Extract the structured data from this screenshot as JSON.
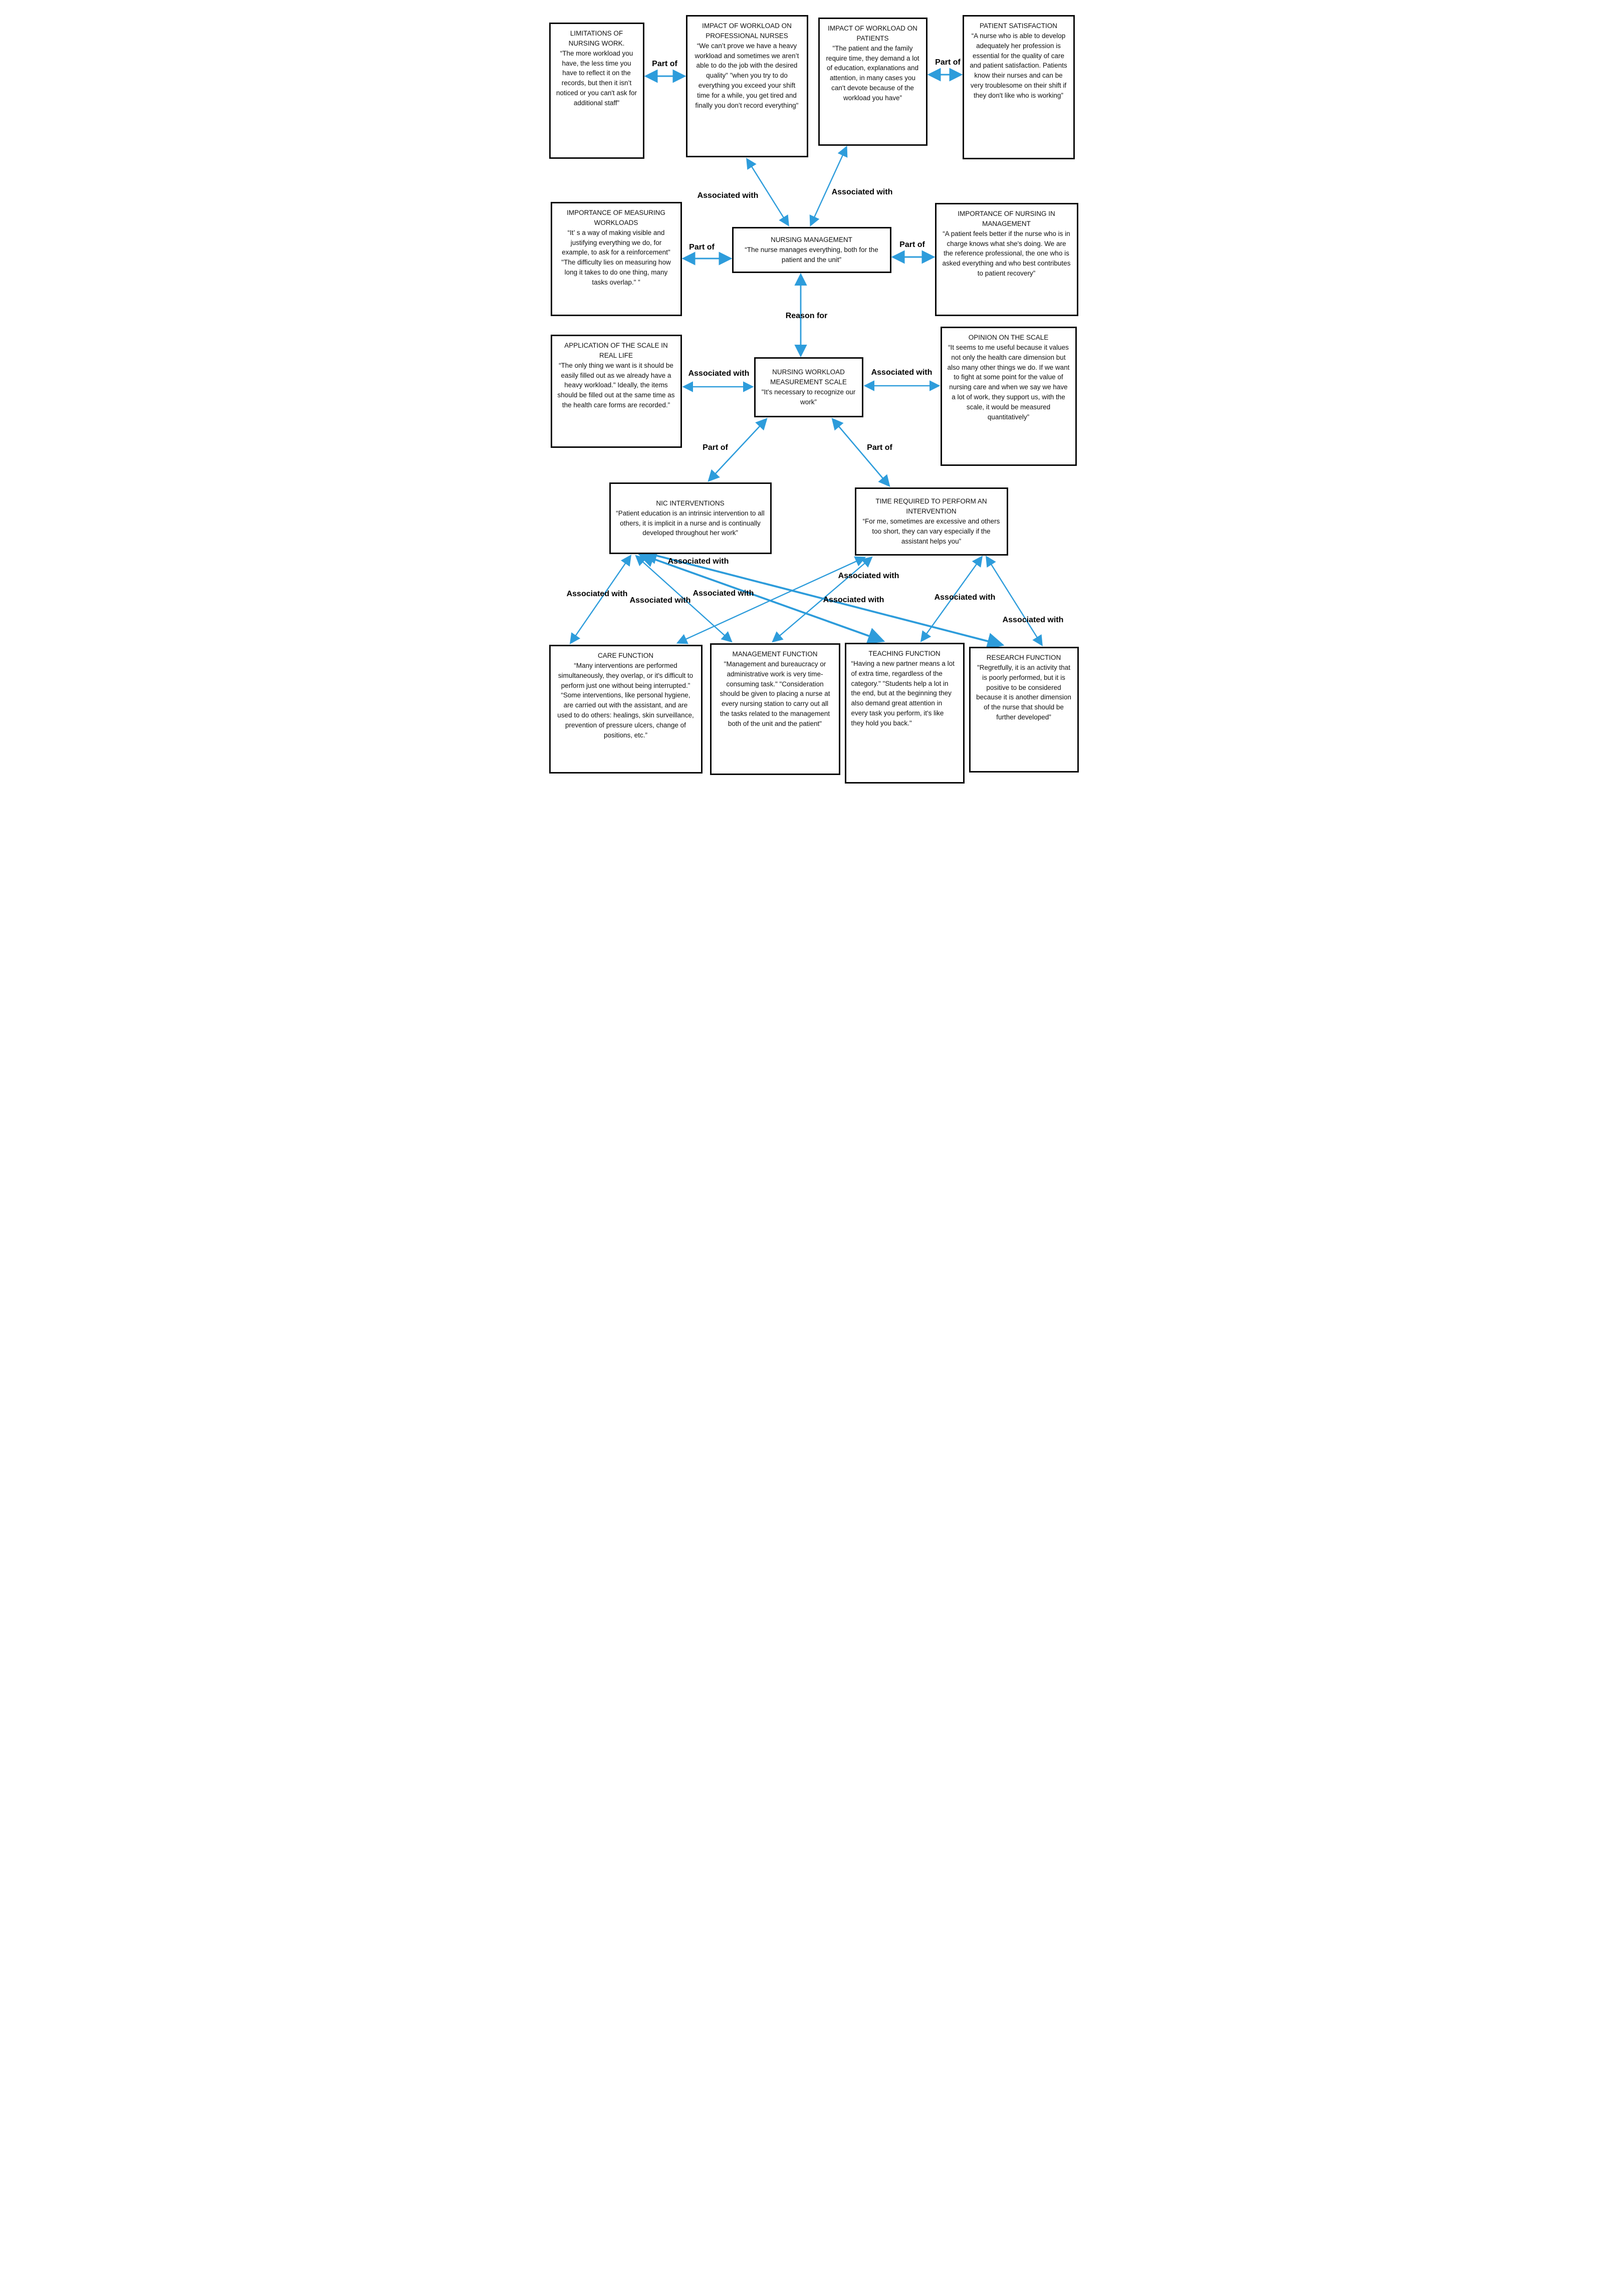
{
  "labels": {
    "part_of": "Part of",
    "associated_with": "Associated with",
    "reason_for": "Reason for"
  },
  "colors": {
    "arrow": "#2D9CDB",
    "box_border": "#0a0a0a",
    "text": "#111111"
  },
  "nodes": {
    "limitations": {
      "title": "LIMITATIONS OF NURSING WORK.",
      "quote": "“The more workload you have, the less time you have to reflect it on the records, but then it isn’t noticed or you can't ask for additional staff”"
    },
    "impact_nurses": {
      "title": "IMPACT OF WORKLOAD ON PROFESSIONAL NURSES",
      "quote": "“We can’t prove we have a heavy workload and sometimes we aren’t able to do the job with the desired quality\" \"when you try to do everything you exceed your shift time for a while, you get tired and finally you don’t record everything\""
    },
    "impact_patients": {
      "title": "IMPACT OF WORKLOAD ON PATIENTS",
      "quote": "\"The patient and the family require time, they demand a lot of education, explanations and attention, in many cases you can't devote because of the workload you have”"
    },
    "patient_satisfaction": {
      "title": "PATIENT SATISFACTION",
      "quote": "“A nurse who is able to develop adequately her profession is essential for the quality of care and patient satisfaction. Patients know their nurses and can be very troublesome on their shift if they don't like who is working”"
    },
    "importance_measuring": {
      "title": "IMPORTANCE OF MEASURING WORKLOADS",
      "quote": "“It’ s a way of making visible and justifying everything we do, for example, to ask for a reinforcement\" \"The difficulty lies on measuring how long it takes to do one thing, many tasks overlap.\" ”"
    },
    "nursing_management": {
      "title": "NURSING MANAGEMENT",
      "quote": "“The nurse manages everything, both for the patient and the unit”"
    },
    "importance_nursing": {
      "title": "IMPORTANCE OF NURSING IN MANAGEMENT",
      "quote": "“A patient feels better if the nurse who is in charge knows what she's doing. We are the reference professional, the one who is asked everything and who best contributes to patient recovery”"
    },
    "application": {
      "title": "APPLICATION OF THE SCALE IN REAL LIFE",
      "quote": "“The only thing we want is it should be easily filled out as we already have a heavy workload.\" Ideally, the items should be filled out at the same time as the health care forms are recorded.”"
    },
    "scale": {
      "title": "NURSING WORKLOAD MEASUREMENT SCALE",
      "quote": "\"It's necessary to recognize our work”"
    },
    "opinion": {
      "title": "OPINION ON THE SCALE",
      "quote": "“It seems to me useful because it values not only the health care dimension but also many other things we do. If we want to fight at some point for the value of nursing care and when we say we have a lot of work, they support us, with the scale, it would be measured quantitatively”"
    },
    "nic": {
      "title": "NIC INTERVENTIONS",
      "quote": "“Patient education is an intrinsic intervention to all others, it is implicit in a nurse and is continually developed throughout her work”"
    },
    "time": {
      "title": "TIME REQUIRED TO PERFORM AN INTERVENTION",
      "quote": "“For me, sometimes are excessive and others too short, they can vary especially if the assistant helps you”"
    },
    "care": {
      "title": "CARE FUNCTION",
      "quote": "“Many interventions are performed simultaneously, they overlap, or it's difficult to perform just one without being interrupted.” “Some interventions, like personal hygiene, are carried out with the assistant, and are used to do others: healings, skin surveillance, prevention of pressure ulcers, change of positions, etc.”"
    },
    "management": {
      "title": "MANAGEMENT FUNCTION",
      "quote": "\"Management and bureaucracy or administrative work is very time-consuming task.\" \"Consideration should be given to placing a nurse at every nursing station to carry out all the tasks related to the management both of the unit and the patient\""
    },
    "teaching": {
      "title": "TEACHING FUNCTION",
      "quote": "“Having a new partner means a lot of extra time, regardless of the category.\" \"Students help a lot in the end, but at the beginning they also demand great attention in every task you perform, it's like they hold you back.\""
    },
    "research": {
      "title": "RESEARCH FUNCTION",
      "quote": "\"Regretfully, it is an activity that is poorly performed, but it is positive to be considered because it is another dimension of the nurse that should be further developed”"
    }
  },
  "edges": [
    {
      "from": "LIMITATIONS OF NURSING WORK.",
      "to": "IMPACT OF WORKLOAD ON PROFESSIONAL NURSES",
      "label": "Part of"
    },
    {
      "from": "IMPACT OF WORKLOAD ON PATIENTS",
      "to": "PATIENT SATISFACTION",
      "label": "Part of"
    },
    {
      "from": "IMPACT OF WORKLOAD ON PROFESSIONAL NURSES",
      "to": "NURSING MANAGEMENT",
      "label": "Associated with"
    },
    {
      "from": "IMPACT OF WORKLOAD ON PATIENTS",
      "to": "NURSING MANAGEMENT",
      "label": "Associated with"
    },
    {
      "from": "IMPORTANCE OF MEASURING WORKLOADS",
      "to": "NURSING MANAGEMENT",
      "label": "Part of"
    },
    {
      "from": "NURSING MANAGEMENT",
      "to": "IMPORTANCE OF NURSING IN MANAGEMENT",
      "label": "Part of"
    },
    {
      "from": "NURSING MANAGEMENT",
      "to": "NURSING WORKLOAD MEASUREMENT SCALE",
      "label": "Reason for"
    },
    {
      "from": "APPLICATION OF THE SCALE IN REAL LIFE",
      "to": "NURSING WORKLOAD MEASUREMENT SCALE",
      "label": "Associated with"
    },
    {
      "from": "NURSING WORKLOAD MEASUREMENT SCALE",
      "to": "OPINION ON THE SCALE",
      "label": "Associated with"
    },
    {
      "from": "NURSING WORKLOAD MEASUREMENT SCALE",
      "to": "NIC INTERVENTIONS",
      "label": "Part of"
    },
    {
      "from": "NURSING WORKLOAD MEASUREMENT SCALE",
      "to": "TIME REQUIRED TO PERFORM AN INTERVENTION",
      "label": "Part of"
    },
    {
      "from": "NIC INTERVENTIONS",
      "to": "CARE FUNCTION",
      "label": "Associated with"
    },
    {
      "from": "NIC INTERVENTIONS",
      "to": "MANAGEMENT FUNCTION",
      "label": "Associated with"
    },
    {
      "from": "NIC INTERVENTIONS",
      "to": "TEACHING FUNCTION",
      "label": "Associated with"
    },
    {
      "from": "NIC INTERVENTIONS",
      "to": "RESEARCH FUNCTION",
      "label": "Associated with"
    },
    {
      "from": "TIME REQUIRED TO PERFORM AN INTERVENTION",
      "to": "CARE FUNCTION",
      "label": "Associated with"
    },
    {
      "from": "TIME REQUIRED TO PERFORM AN INTERVENTION",
      "to": "MANAGEMENT FUNCTION",
      "label": "Associated with"
    },
    {
      "from": "TIME REQUIRED TO PERFORM AN INTERVENTION",
      "to": "TEACHING FUNCTION",
      "label": "Associated with"
    },
    {
      "from": "TIME REQUIRED TO PERFORM AN INTERVENTION",
      "to": "RESEARCH FUNCTION",
      "label": "Associated with"
    }
  ]
}
